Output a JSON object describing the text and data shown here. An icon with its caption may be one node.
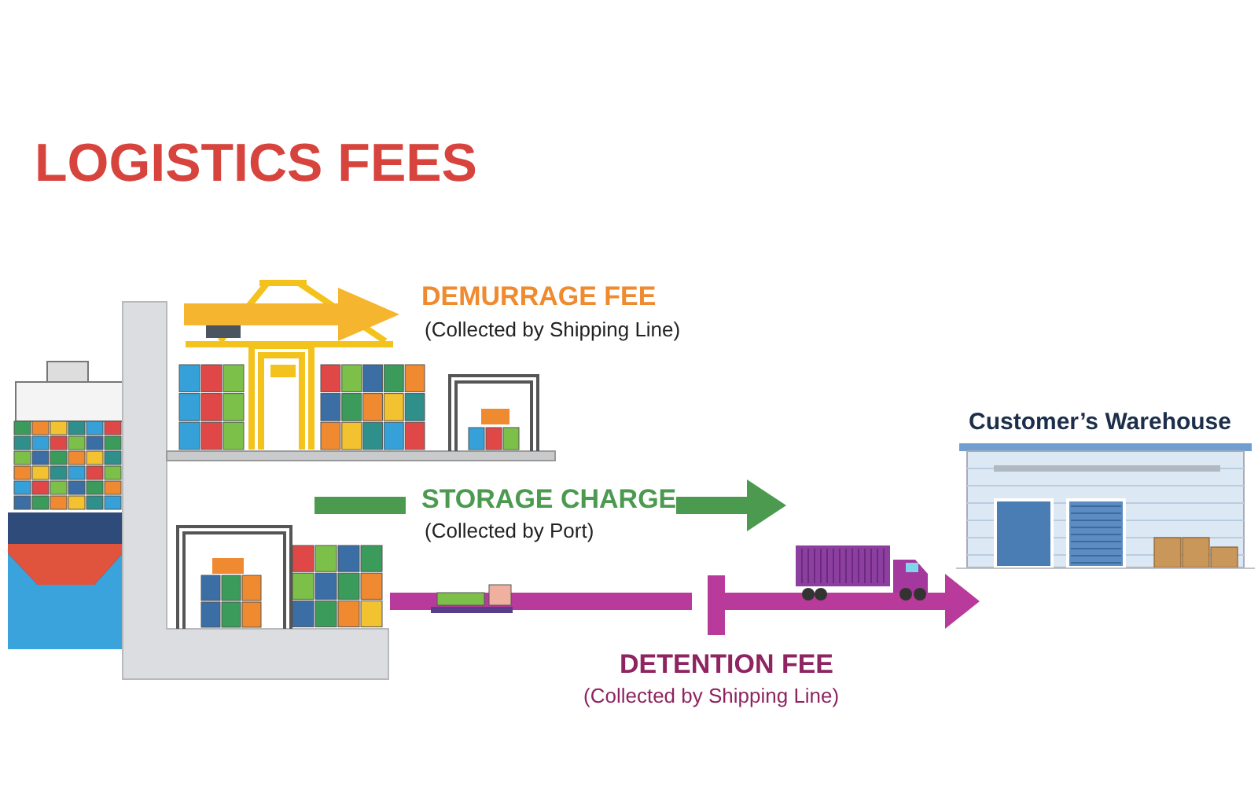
{
  "diagram": {
    "title": "LOGISTICS FEES",
    "nodes": [
      {
        "text": [
          "Customer’s Warehouse"
        ]
      }
    ],
    "labels": [
      "DEMURRAGE FEE",
      "(Collected by Shipping Line)",
      "STORAGE CHARGE",
      "(Collected by Port)",
      "DETENTION FEE",
      "(Collected by Shipping Line)"
    ]
  }
}
